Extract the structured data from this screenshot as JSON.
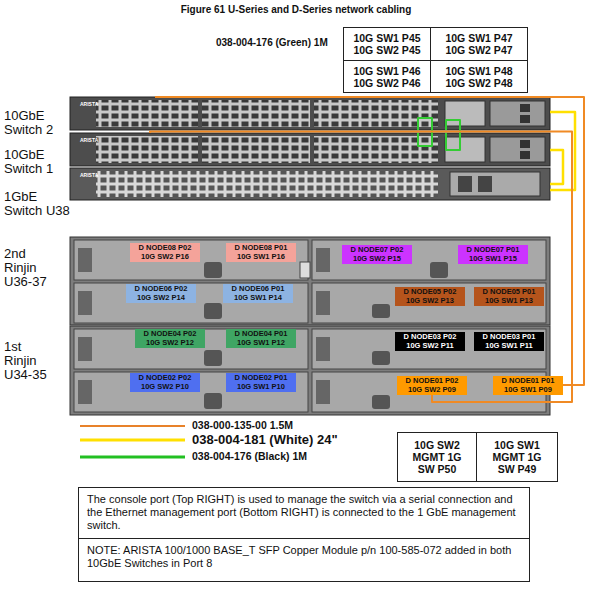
{
  "diagram": {
    "title": "Figure 61 U-Series and D-Series network cabling",
    "nodes": [
      {
        "text": [
          "10GbE Switch 2"
        ]
      },
      {
        "text": [
          "10GbE Switch 1"
        ]
      },
      {
        "text": [
          "1GbE Switch U38"
        ]
      },
      {
        "text": [
          "2nd Rinjin U36-37"
        ]
      },
      {
        "text": [
          "D NODE08 P02 10G SW2 P16"
        ],
        "in": 3
      },
      {
        "text": [
          "D NODE08 P01 10G SW1 P16"
        ],
        "in": 3
      },
      {
        "text": [
          "D NODE07 P02 10G SW2 P15"
        ],
        "in": 3
      },
      {
        "text": [
          "D NODE07 P01 10G SW1 P15"
        ],
        "in": 3
      },
      {
        "text": [
          "D NODE06 P02 10G SW2 P14"
        ],
        "in": 3
      },
      {
        "text": [
          "D NODE06 P01 10G SW1 P14"
        ],
        "in": 3
      },
      {
        "text": [
          "D NODE05 P02 10G SW2 P13"
        ],
        "in": 3
      },
      {
        "text": [
          "D NODE05 P01 10G SW1 P13"
        ],
        "in": 3
      },
      {
        "text": [
          "1st Rinjin U34-35"
        ]
      },
      {
        "text": [
          "D NODE04 P02 10G SW2 P12"
        ],
        "in": 12
      },
      {
        "text": [
          "D NODE04 P01 10G SW1 P12"
        ],
        "in": 12
      },
      {
        "text": [
          "D NODE03 P02 10G SW2 P11"
        ],
        "in": 12
      },
      {
        "text": [
          "D NODE03 P01 10G SW1 P11"
        ],
        "in": 12
      },
      {
        "text": [
          "D NODE02 P02 10G SW2 P10"
        ],
        "in": 12
      },
      {
        "text": [
          "D NODE02 P01 10G SW1 P10"
        ],
        "in": 12
      },
      {
        "text": [
          "D NODE01 P02 10G SW2 P09"
        ],
        "in": 12
      },
      {
        "text": [
          "D NODE01 P01 10G SW1 P09"
        ],
        "in": 12
      },
      {
        "text": [
          "The console port (Top RIGHT) is used to manage the switch via a serial connection and the Ethernet management port (Bottom RIGHT) is connected to the 1 GbE management switch."
        ]
      },
      {
        "text": [
          "NOTE: ARISTA 100/1000 BASE_T SFP Copper Module p/n 100-585-072 added in both 10GbE Switches in Port 8"
        ]
      }
    ],
    "edges": [
      {
        "from": 0,
        "to": 1,
        "arrow": "none"
      },
      {
        "from": 0,
        "to": 1,
        "arrow": "none"
      },
      {
        "from": 0,
        "to": 2,
        "arrow": "none"
      },
      {
        "from": 1,
        "to": 2,
        "arrow": "none"
      },
      {
        "from": 0,
        "to": 20,
        "arrow": "none"
      },
      {
        "from": 1,
        "to": 19,
        "arrow": "none"
      }
    ],
    "labels": [
      "038-004-176 (Green) 1M",
      "10G SW1 P45 10G SW2 P45",
      "10G SW1 P47 10G SW2 P47",
      "10G SW1 P46 10G SW2 P46",
      "10G SW1 P48 10G SW2 P48",
      "10G SW2 MGMT 1G SW P50",
      "10G SW1 MGMT 1G SW P49",
      "ARISTA",
      "ARISTA",
      "ARISTA"
    ],
    "legend": [
      {
        "text": "038-000-135-00 1.5M"
      },
      {
        "text": "038-004-181 (White) 24\""
      },
      {
        "text": "038-004-176 (Black) 1M"
      }
    ]
  }
}
